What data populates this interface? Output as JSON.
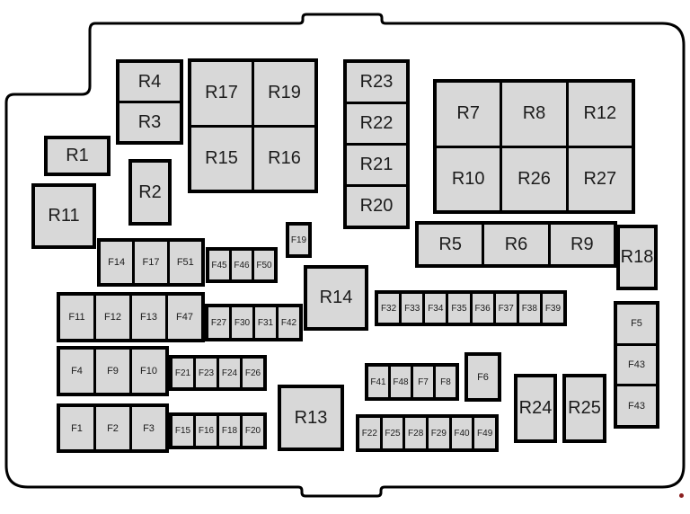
{
  "colors": {
    "background": "#ffffff",
    "box_fill": "#d8d8d8",
    "box_border": "#000000",
    "outline_stroke": "#000000",
    "label": "#1c1c1c",
    "marker_dot": "#8b1f1f"
  },
  "relays": {
    "R1": "R1",
    "R2": "R2",
    "R3": "R3",
    "R4": "R4",
    "R5": "R5",
    "R6": "R6",
    "R7": "R7",
    "R8": "R8",
    "R9": "R9",
    "R10": "R10",
    "R11": "R11",
    "R12": "R12",
    "R13": "R13",
    "R14": "R14",
    "R15": "R15",
    "R16": "R16",
    "R17": "R17",
    "R18": "R18",
    "R19": "R19",
    "R20": "R20",
    "R21": "R21",
    "R22": "R22",
    "R23": "R23",
    "R24": "R24",
    "R25": "R25",
    "R26": "R26",
    "R27": "R27"
  },
  "fuses": {
    "F1": "F1",
    "F2": "F2",
    "F3": "F3",
    "F4": "F4",
    "F5": "F5",
    "F6": "F6",
    "F7": "F7",
    "F8": "F8",
    "F9": "F9",
    "F10": "F10",
    "F11": "F11",
    "F12": "F12",
    "F13": "F13",
    "F14": "F14",
    "F15": "F15",
    "F16": "F16",
    "F17": "F17",
    "F18": "F18",
    "F19": "F19",
    "F20": "F20",
    "F21": "F21",
    "F22": "F22",
    "F23": "F23",
    "F24": "F24",
    "F25": "F25",
    "F26": "F26",
    "F27": "F27",
    "F28": "F28",
    "F29": "F29",
    "F30": "F30",
    "F31": "F31",
    "F32": "F32",
    "F33": "F33",
    "F34": "F34",
    "F35": "F35",
    "F36": "F36",
    "F37": "F37",
    "F38": "F38",
    "F39": "F39",
    "F40": "F40",
    "F41": "F41",
    "F42": "F42",
    "F43a": "F43",
    "F43b": "F43",
    "F45": "F45",
    "F46": "F46",
    "F47": "F47",
    "F48": "F48",
    "F49": "F49",
    "F50": "F50",
    "F51": "F51"
  }
}
